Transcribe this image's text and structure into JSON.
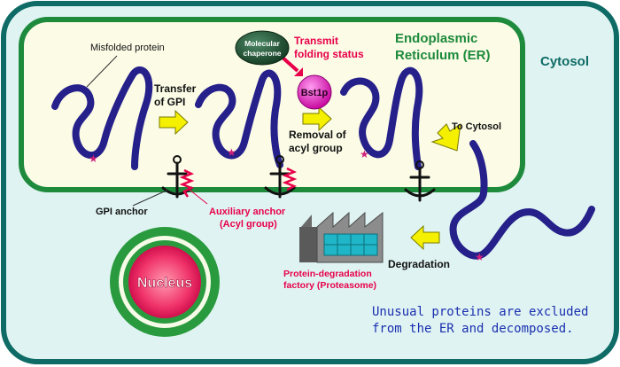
{
  "labels": {
    "cytosol": "Cytosol",
    "er_line1": "Endoplasmic",
    "er_line2": "Reticulum (ER)",
    "misfolded": "Misfolded protein",
    "chaperone_line1": "Molecular",
    "chaperone_line2": "chaperone",
    "transmit_line1": "Transmit",
    "transmit_line2": "folding status",
    "bst1p": "Bst1p",
    "transfer_line1": "Transfer",
    "transfer_line2": "of GPI",
    "removal_line1": "Removal of",
    "removal_line2": "acyl group",
    "to_cytosol": "To Cytosol",
    "gpi_anchor": "GPI anchor",
    "aux_line1": "Auxiliary anchor",
    "aux_line2": "(Acyl group)",
    "degradation": "Degradation",
    "factory_line1": "Protein-degradation",
    "factory_line2": "factory (Proteasome)",
    "nucleus": "Nucleus",
    "caption_line1": "Unusual proteins are excluded",
    "caption_line2": "from the ER and decomposed."
  },
  "colors": {
    "cytosol_bg": "#dff4f2",
    "cytosol_border": "#0f6b66",
    "er_fill": "#fbfbe6",
    "er_border": "#1e8a3c",
    "protein": "#25208a",
    "arrow_fill": "#f4f000",
    "accent_red": "#e8004a",
    "caption_blue": "#1b2fb0",
    "chaperone": "#245c3a",
    "bst1p": "#e01fb8"
  }
}
